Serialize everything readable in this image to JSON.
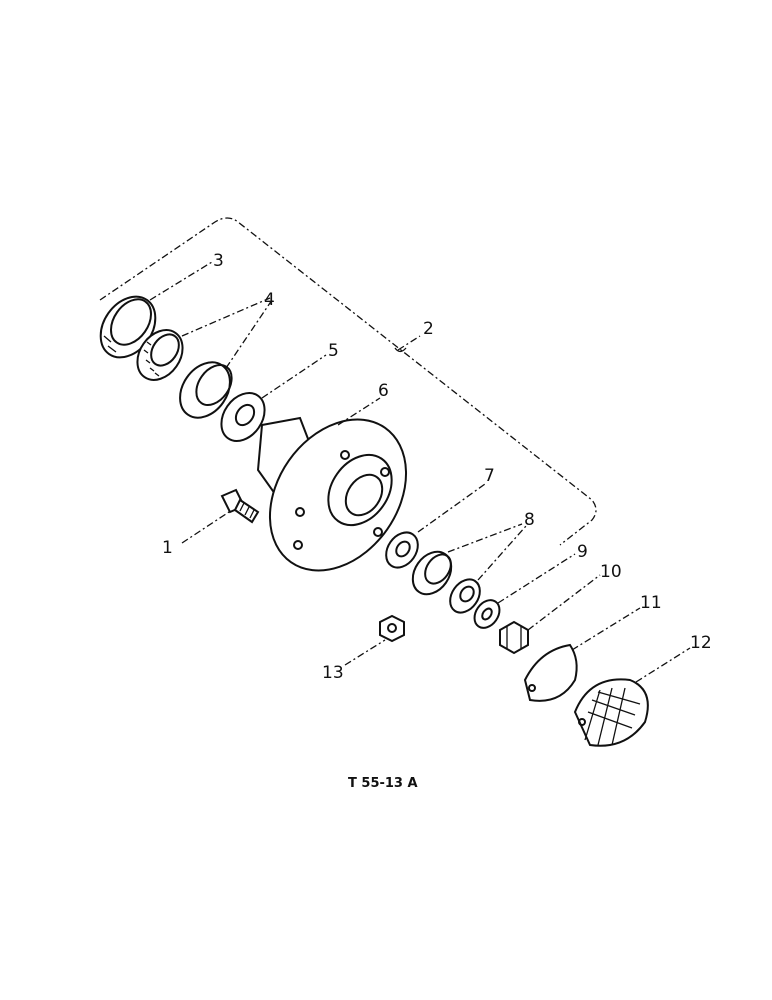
{
  "diagram": {
    "reference_code": "T 55-13 A",
    "callouts": [
      "1",
      "2",
      "3",
      "4",
      "5",
      "6",
      "7",
      "8",
      "9",
      "10",
      "11",
      "12",
      "13"
    ],
    "ink_color": "#111111",
    "background_color": "#ffffff"
  }
}
